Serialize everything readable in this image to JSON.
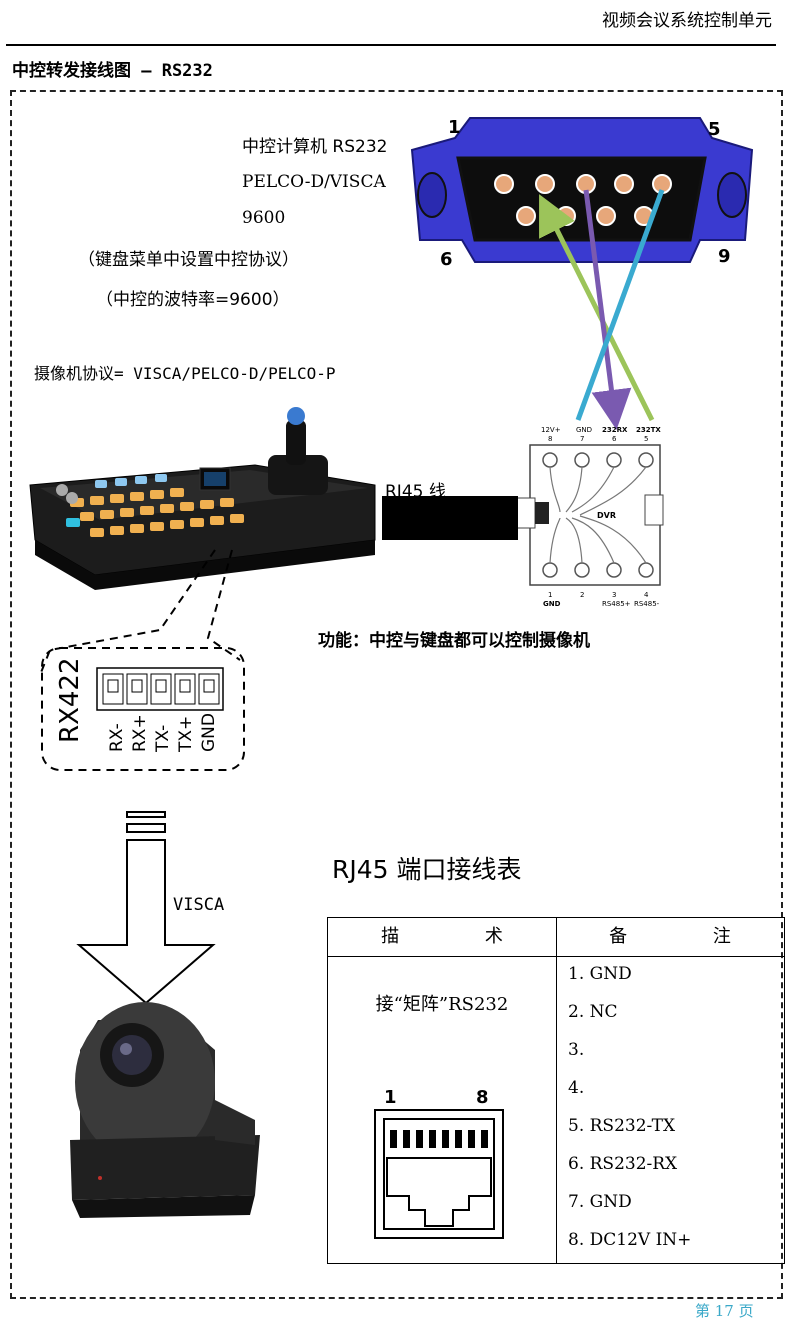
{
  "header": {
    "title": "视频会议系统控制单元"
  },
  "section": {
    "title": "中控转发接线图 – RS232"
  },
  "controller": {
    "line1": "中控计算机 RS232",
    "line2": "PELCO-D/VISCA",
    "line3": "9600",
    "line4": "（键盘菜单中设置中控协议）",
    "line5": "（中控的波特率=9600）"
  },
  "db9": {
    "pin1": "1",
    "pin5": "5",
    "pin6": "6",
    "pin9": "9"
  },
  "camera_protocol": "摄像机协议= VISCA/PELCO-D/PELCO-P",
  "cable_label": "RJ45 线",
  "function_note": "功能：中控与键盘都可以控制摄像机",
  "terminal_top": {
    "p8": "12V+",
    "p7": "GND",
    "p6": "232RX",
    "p5": "232TX",
    "n8": "8",
    "n7": "7",
    "n6": "6",
    "n5": "5"
  },
  "terminal_bottom": {
    "p1": "GND",
    "p3": "RS485+",
    "p4": "RS485-",
    "n1": "1",
    "n2": "2",
    "n3": "3",
    "n4": "4"
  },
  "terminal_body": "DVR",
  "rx422": {
    "label": "RX422",
    "pins": [
      "RX-",
      "RX+",
      "TX-",
      "TX+",
      "GND"
    ]
  },
  "visca_label": "VISCA",
  "table": {
    "title": "RJ45 端口接线表",
    "col1_header": "描 术",
    "col2_header": "备 注",
    "description": "接“矩阵”RS232",
    "rj45_pin_left": "1",
    "rj45_pin_right": "8",
    "notes": [
      "1. GND",
      "2. NC",
      "3.",
      "4.",
      "5. RS232-TX",
      "6. RS232-RX",
      "7. GND",
      "8. DC12V IN+"
    ]
  },
  "page_number": "第 17 页",
  "colors": {
    "db9_blue": "#3a3ad0",
    "wire_green": "#9cc45a",
    "wire_purple": "#7a5ab0",
    "wire_cyan": "#3aaad0"
  }
}
